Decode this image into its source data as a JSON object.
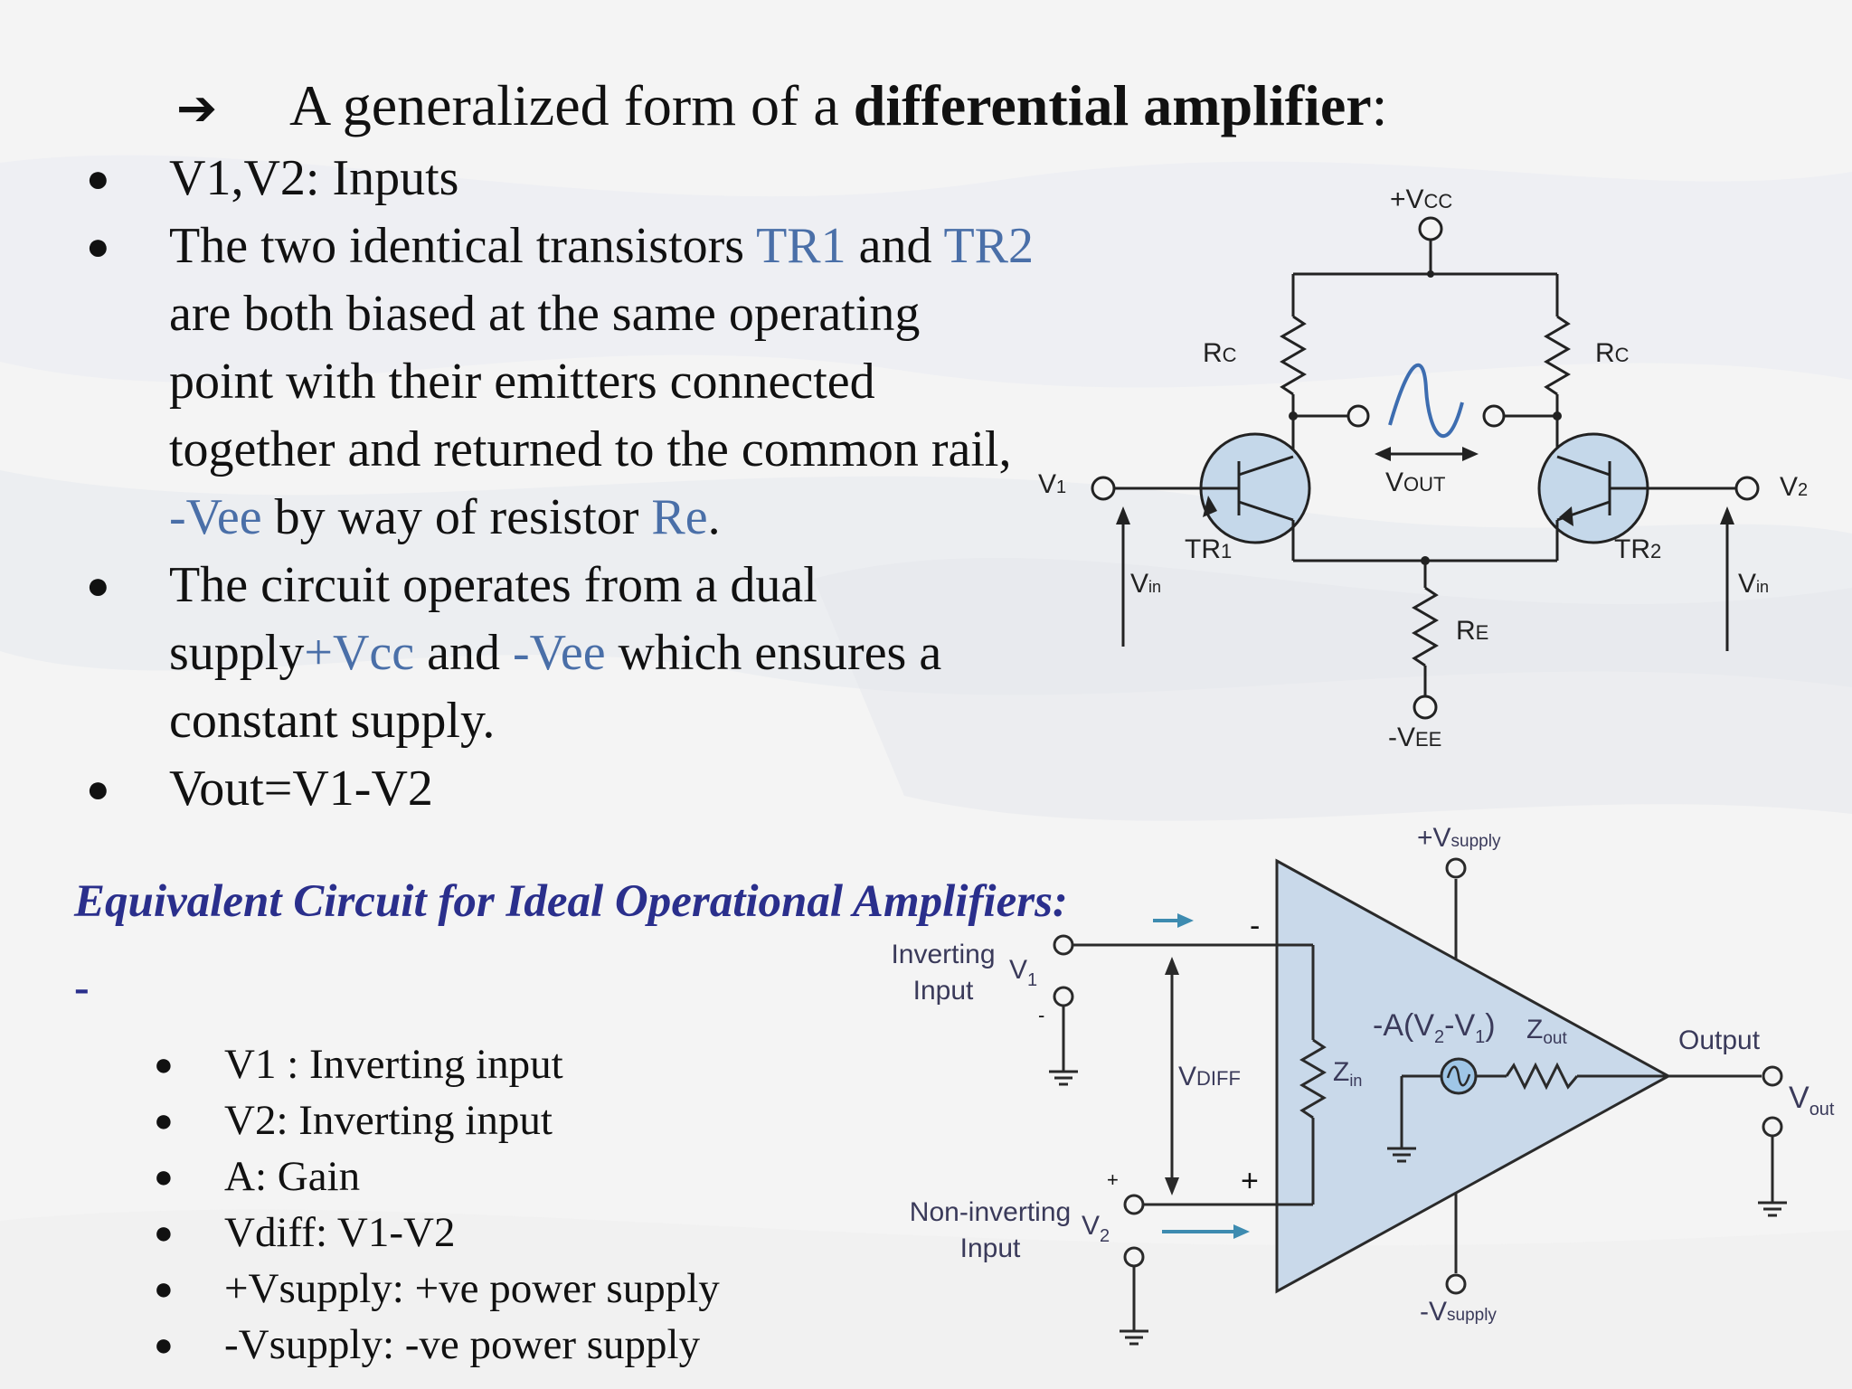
{
  "heading": {
    "arrow_icon": "right-arrow-icon",
    "prefix": "A generalized form of a ",
    "bold": "differential amplifier",
    "suffix": ":"
  },
  "bullets": [
    {
      "parts": [
        {
          "t": "V1,V2: Inputs",
          "c": false
        }
      ]
    },
    {
      "parts": [
        {
          "t": "The two identical transistors ",
          "c": false
        },
        {
          "t": "TR1",
          "c": true
        },
        {
          "t": " and ",
          "c": false
        },
        {
          "t": "TR2",
          "c": true
        },
        {
          "t": " are both biased at the same operating point with their emitters connected together and returned to the common rail, ",
          "c": false
        },
        {
          "t": "-Vee",
          "c": true
        },
        {
          "t": " by way of resistor ",
          "c": false
        },
        {
          "t": "Re",
          "c": true
        },
        {
          "t": ".",
          "c": false
        }
      ]
    },
    {
      "parts": [
        {
          "t": "The circuit operates from a dual supply",
          "c": false
        },
        {
          "t": "+Vcc",
          "c": true
        },
        {
          "t": " and ",
          "c": false
        },
        {
          "t": "-Vee",
          "c": true
        },
        {
          "t": " which ensures a constant supply.",
          "c": false
        }
      ]
    },
    {
      "parts": [
        {
          "t": "Vout=V1-V2",
          "c": false
        }
      ]
    }
  ],
  "subheading": "Equivalent Circuit for Ideal Operational Amplifiers:",
  "dash": "-",
  "definitions": [
    "V1 : Inverting input",
    "V2: Inverting input",
    "A: Gain",
    "Vdiff: V1-V2",
    "+Vsupply: +ve power supply",
    "-Vsupply: -ve power supply"
  ],
  "diff_amp": {
    "vcc": "+V",
    "vcc_sub": "CC",
    "rc_left": "R",
    "rc_left_sub": "C",
    "rc_right": "R",
    "rc_right_sub": "C",
    "v1": "V",
    "v1_sub": "1",
    "v2": "V",
    "v2_sub": "2",
    "vout": "V",
    "vout_sub": "OUT",
    "tr1": "TR",
    "tr1_sub": "1",
    "tr2": "TR",
    "tr2_sub": "2",
    "vin_left": "V",
    "vin_left_sub": "in",
    "vin_right": "V",
    "vin_right_sub": "in",
    "re": "R",
    "re_sub": "E",
    "vee": "-V",
    "vee_sub": "EE"
  },
  "opamp": {
    "vsupply_pos": "+V",
    "vsupply_pos_sub": "supply",
    "vsupply_neg": "-V",
    "vsupply_neg_sub": "supply",
    "inverting_line1": "Inverting",
    "inverting_line2": "Input",
    "noninverting_line1": "Non-inverting",
    "noninverting_line2": "Input",
    "v1": "V",
    "v1_sub": "1",
    "v2": "V",
    "v2_sub": "2",
    "vdiff": "V",
    "vdiff_sub": "DIFF",
    "zin": "Z",
    "zin_sub": "in",
    "source": "-A(V",
    "source_sub1": "2",
    "source_mid": "-V",
    "source_sub2": "1",
    "source_end": ")",
    "zout": "Z",
    "zout_sub": "out",
    "output": "Output",
    "vout": "V",
    "vout_sub": "out",
    "minus_sign": "-",
    "plus_sign": "+",
    "small_minus": "-",
    "small_plus": "+"
  },
  "colors": {
    "accent_blue": "#4a6fa8",
    "heading_navy": "#2a2f8c",
    "opamp_fill": "#c9d9ea",
    "transistor_fill": "#c5d8ea",
    "arrow_teal": "#3d8bb0"
  }
}
